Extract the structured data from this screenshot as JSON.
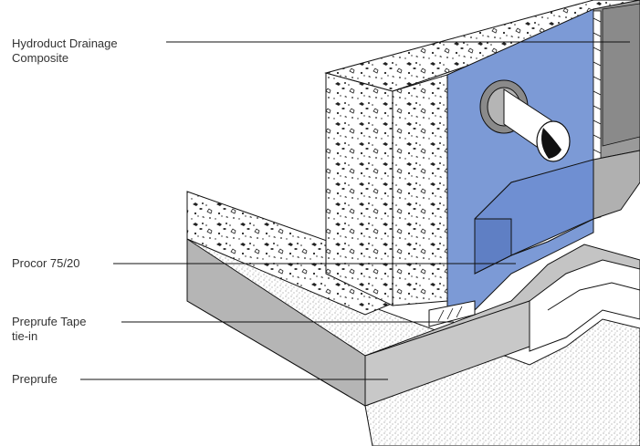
{
  "labels": {
    "drainage": {
      "line1": "Hydroduct Drainage",
      "line2": "Composite"
    },
    "procor": "Procor 75/20",
    "tape": {
      "line1": "Preprufe Tape",
      "line2": "tie-in"
    },
    "preprufe": "Preprufe"
  },
  "colors": {
    "membrane_blue": "#7c9ad6",
    "membrane_blue_dark": "#5f7fc4",
    "preprufe_grey": "#c4c4c4",
    "preprufe_grey_dark": "#a8a8a8",
    "outline": "#111111",
    "concrete_fill": "#ffffff"
  }
}
